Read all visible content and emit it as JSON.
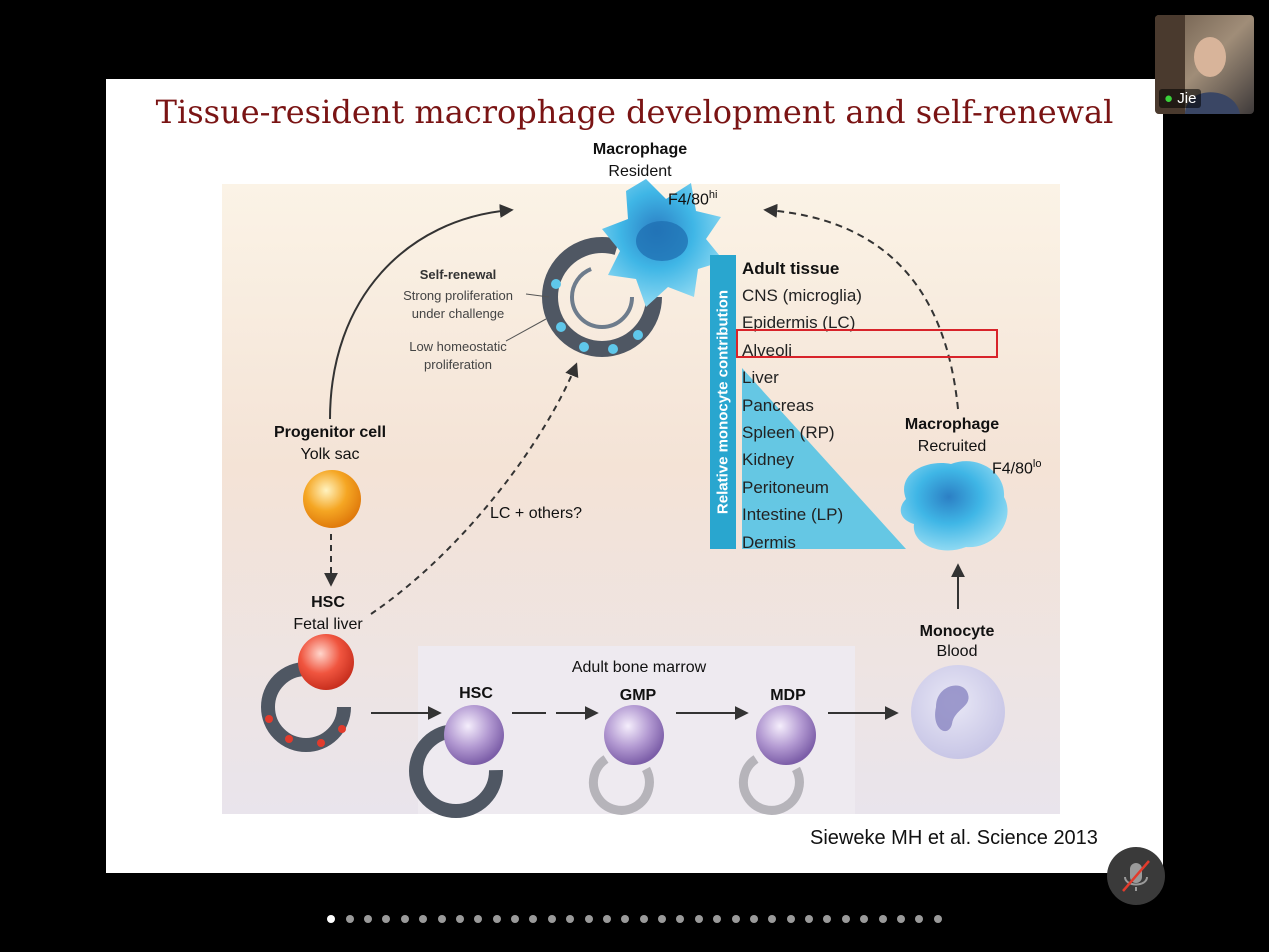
{
  "slide": {
    "title": "Tissue-resident macrophage development and self-renewal",
    "citation": "Sieweke MH et al. Science 2013"
  },
  "figure": {
    "resident_macrophage": {
      "name": "Macrophage",
      "subtitle": "Resident",
      "marker": "F4/80",
      "marker_sup": "hi"
    },
    "self_renewal": {
      "title": "Self-renewal",
      "line1": "Strong proliferation",
      "line2": "under challenge",
      "line3": "Low homeostatic",
      "line4": "proliferation"
    },
    "progenitor": {
      "name": "Progenitor cell",
      "subtitle": "Yolk sac"
    },
    "hsc_fetal": {
      "name": "HSC",
      "subtitle": "Fetal liver"
    },
    "lc_label": "LC + others?",
    "panel_label": "Relative monocyte contribution",
    "tissue_header": "Adult tissue",
    "tissues": [
      "CNS (microglia)",
      "Epidermis (LC)",
      "Alveoli",
      "Liver",
      "Pancreas",
      "Spleen (RP)",
      "Kidney",
      "Peritoneum",
      "Intestine (LP)",
      "Dermis"
    ],
    "highlighted_tissue": "Alveoli",
    "recruited_macrophage": {
      "name": "Macrophage",
      "subtitle": "Recruited",
      "marker": "F4/80",
      "marker_sup": "lo"
    },
    "monocyte": {
      "name": "Monocyte",
      "subtitle": "Blood"
    },
    "bone_marrow": {
      "title": "Adult bone marrow",
      "hsc": "HSC",
      "gmp": "GMP",
      "mdp": "MDP"
    }
  },
  "meeting": {
    "participant_name": "Jie",
    "slide_count": 34,
    "current_slide": 1
  },
  "colors": {
    "title": "#7a1414",
    "highlight": "#d8232a",
    "panel_blue": "#29a6cf"
  }
}
